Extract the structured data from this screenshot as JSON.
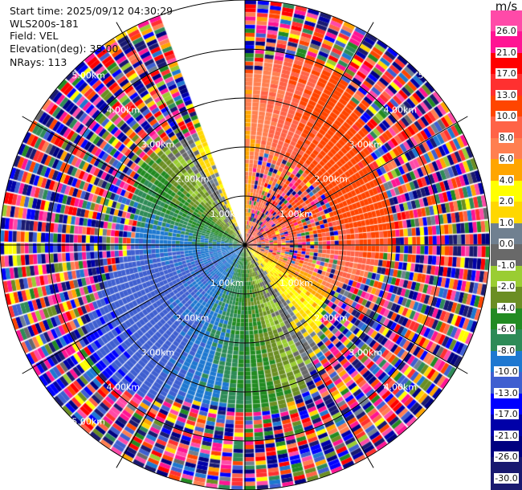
{
  "info": {
    "start_time": "Start time: 2025/09/12 04:30:29",
    "instrument": "WLS200s-181",
    "field": "Field: VEL",
    "elevation": "Elevation(deg): 35.00",
    "nrays": "NRays: 113"
  },
  "chart_data": {
    "type": "heatmap",
    "projection": "ppi-polar",
    "field": "VEL",
    "units": "m/s",
    "n_rays": 113,
    "elevation_deg": 35.0,
    "azimuth_coverage_deg": [
      0,
      340
    ],
    "max_range_km": 5.0,
    "range_rings": [
      "1.00km",
      "2.00km",
      "3.00km",
      "4.00km",
      "5.00km"
    ],
    "spoke_interval_deg": 30,
    "pattern": {
      "max_positive_azimuth_deg": 60,
      "amplitude_ms": 12
    },
    "colorbar": {
      "title": "m/s",
      "labels": [
        "26.0",
        "21.0",
        "17.0",
        "13.0",
        "10.0",
        "8.0",
        "6.0",
        "4.0",
        "2.0",
        "1.0",
        "0.0",
        "-1.0",
        "-2.0",
        "-4.0",
        "-6.0",
        "-8.0",
        "-10.0",
        "-13.0",
        "-17.0",
        "-21.0",
        "-26.0",
        "-30.0"
      ],
      "levels": [
        26,
        21,
        17,
        13,
        10,
        8,
        6,
        4,
        2,
        1,
        0,
        -1,
        -2,
        -4,
        -6,
        -8,
        -10,
        -13,
        -17,
        -21,
        -26,
        -30
      ],
      "colors": [
        "#ff4aa8",
        "#ff1493",
        "#ff0000",
        "#ff3030",
        "#ff4500",
        "#ff6347",
        "#ff7f50",
        "#ffa500",
        "#ffff00",
        "#ffd700",
        "#708090",
        "#696969",
        "#9acd32",
        "#6b8e23",
        "#228b22",
        "#2e8b57",
        "#1e78d0",
        "#3f5fd0",
        "#0000ff",
        "#0000a8",
        "#000080",
        "#191970"
      ]
    }
  }
}
